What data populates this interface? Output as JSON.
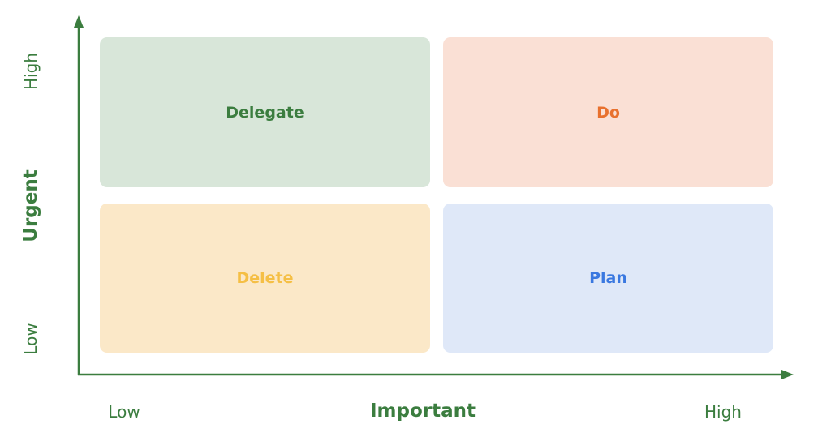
{
  "quadrants": {
    "top_left": "Delegate",
    "top_right": "Do",
    "bottom_left": "Delete",
    "bottom_right": "Plan"
  },
  "y_axis": {
    "label": "Urgent",
    "high": "High",
    "low": "Low"
  },
  "x_axis": {
    "label": "Important",
    "low": "Low",
    "high": "High"
  },
  "colors": {
    "axis": "#3b7d3f",
    "delegate": "#d8e6d9",
    "do": "#fae0d5",
    "delete": "#fbe8c8",
    "plan": "#dfe8f8"
  }
}
